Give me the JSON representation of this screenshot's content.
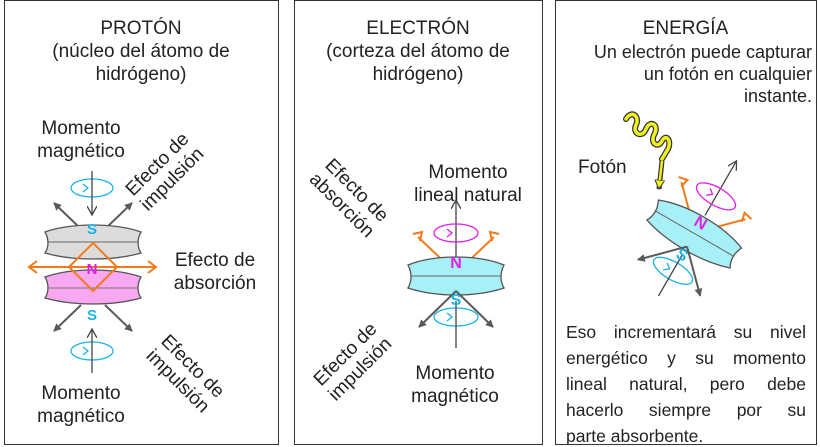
{
  "proton": {
    "title": "PROTÓN",
    "subtitle_1": "(núcleo del átomo de",
    "subtitle_2": "hidrógeno)",
    "top_moment_1": "Momento",
    "top_moment_2": "magnético",
    "top_impulse_1": "Efecto de",
    "top_impulse_2": "impulsión",
    "absorption_1": "Efecto de",
    "absorption_2": "absorción",
    "bottom_impulse_1": "Efecto de",
    "bottom_impulse_2": "impulsión",
    "bottom_moment_1": "Momento",
    "bottom_moment_2": "magnético",
    "pole_s_top": "S",
    "pole_n": "N",
    "pole_s_bottom": "S"
  },
  "electron": {
    "title": "ELECTRÓN",
    "subtitle_1": "(corteza del átomo de",
    "subtitle_2": "hidrógeno)",
    "absorption_1": "Efecto de",
    "absorption_2": "absorción",
    "linear_1": "Momento",
    "linear_2": "lineal natural",
    "impulse_1": "Efecto de",
    "impulse_2": "impulsión",
    "moment_1": "Momento",
    "moment_2": "magnético",
    "pole_n": "N",
    "pole_s": "S"
  },
  "energy": {
    "title": "ENERGÍA",
    "line_1": "Un electrón puede capturar",
    "line_2": "un fotón en cualquier",
    "line_3": "instante.",
    "photon": "Fotón",
    "pole_n": "N",
    "pole_s": "S",
    "para_1": "Eso incrementará su nivel",
    "para_2": "energético y su momento",
    "para_3": "lineal natural, pero debe",
    "para_4": "hacerlo siempre por su",
    "para_5": "parte absorbente."
  },
  "colors": {
    "gray_disk": "#dcdcdc",
    "magenta_disk": "#f7a8f0",
    "cyan_disk": "#a8f0f8",
    "orange": "#f27a1a",
    "magenta": "#e21ee6",
    "cyan": "#1ab3e6",
    "photon_yellow": "#f0f020",
    "dark_gray": "#5a5a5a"
  }
}
